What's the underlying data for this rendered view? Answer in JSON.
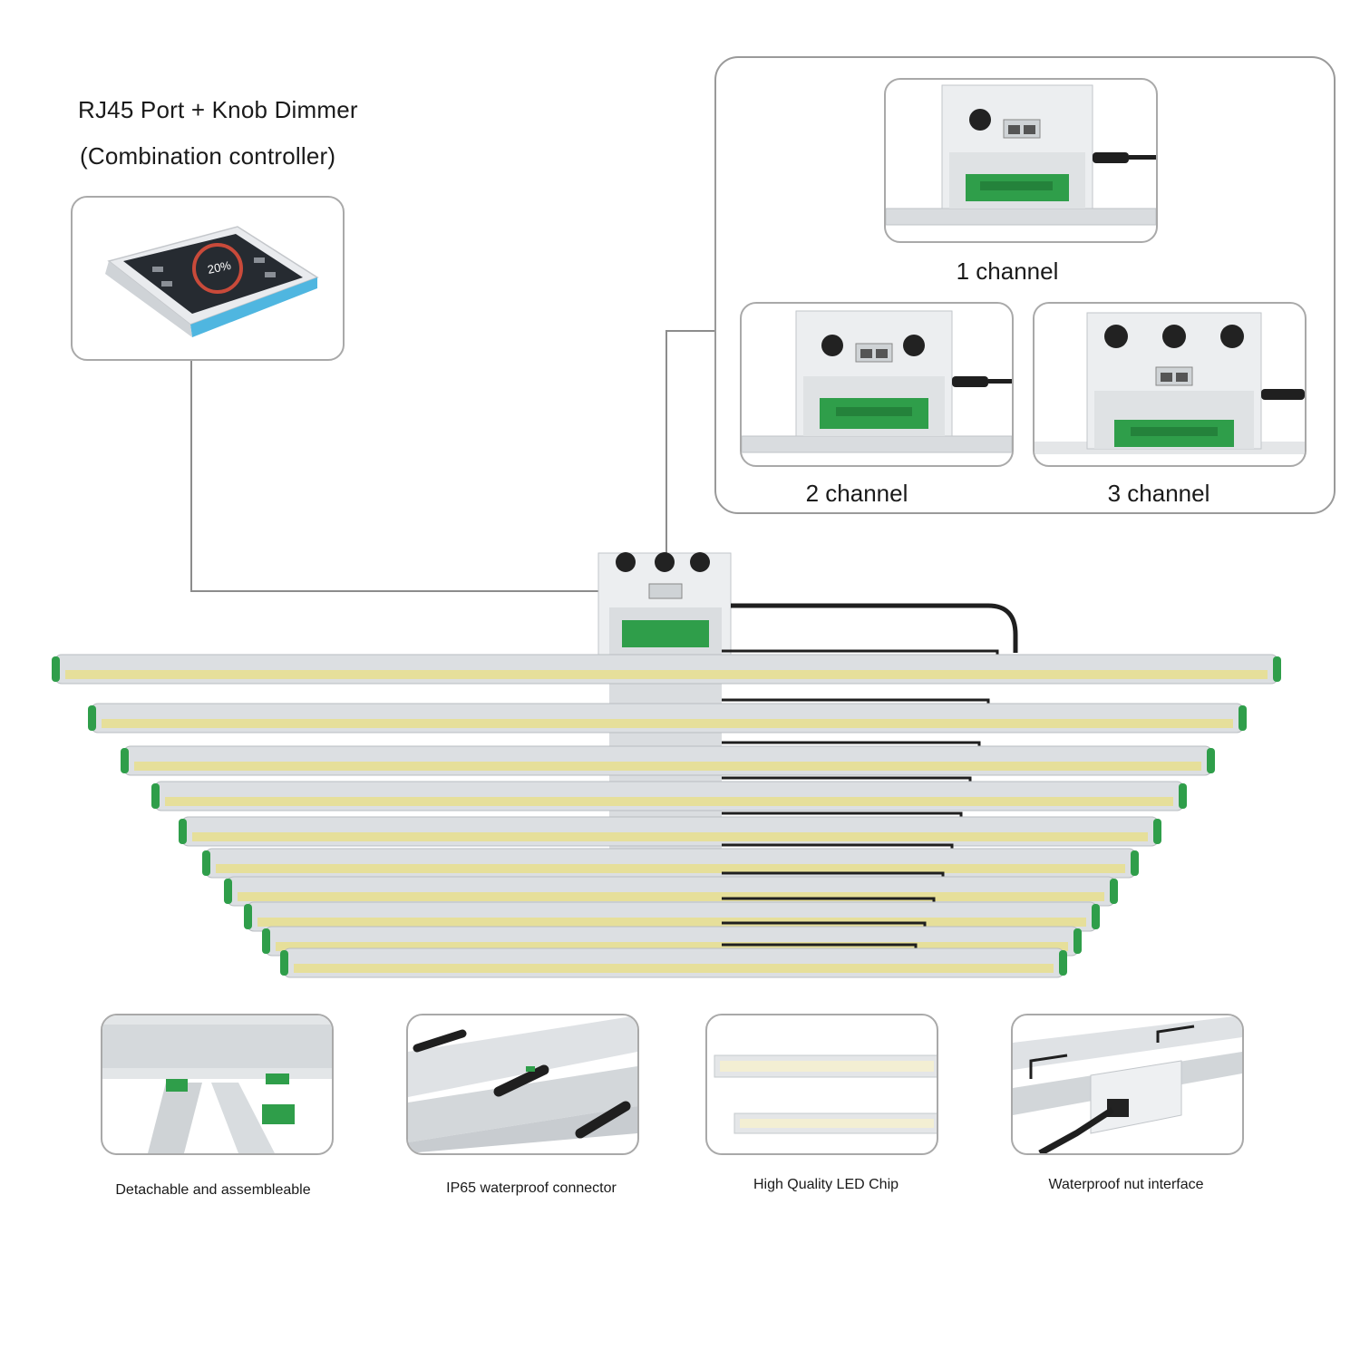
{
  "controller": {
    "title_line1": "RJ45 Port + Knob Dimmer",
    "title_line2": "(Combination controller)",
    "screen_percent": "20%"
  },
  "channels": [
    {
      "label": "1 channel",
      "knobs": 1
    },
    {
      "label": "2 channel",
      "knobs": 2
    },
    {
      "label": "3 channel",
      "knobs": 3
    }
  ],
  "features": [
    {
      "label": "Detachable and  assembleable",
      "icon": "green-clip-image"
    },
    {
      "label": "IP65 waterproof connector",
      "icon": "cable-connector-image"
    },
    {
      "label": "High Quality LED Chip",
      "icon": "led-strip-image"
    },
    {
      "label": "Waterproof nut interface",
      "icon": "power-socket-image"
    }
  ],
  "colors": {
    "frame": "#a9a9a9",
    "aluminum": "#d9dcdf",
    "green_clip": "#2f9e4a",
    "screen_accent": "#4fb6e0",
    "knob": "#222222",
    "led": "#e6df9a"
  }
}
